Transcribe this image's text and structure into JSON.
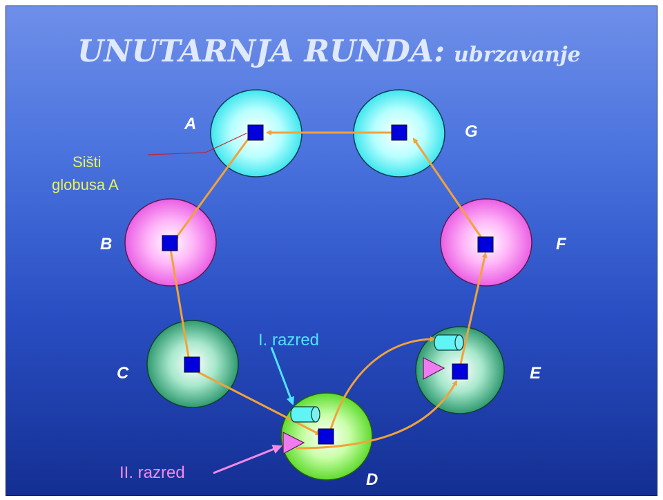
{
  "title": {
    "main": "UNUTARNJA  RUNDA:",
    "sub": "ubrzavanje"
  },
  "nodes": {
    "A": "A",
    "B": "B",
    "C": "C",
    "D": "D",
    "E": "E",
    "F": "F",
    "G": "G"
  },
  "annotations": {
    "sink_line1": "Sišti",
    "sink_line2": "globusa A",
    "class1": "I. razred",
    "class2": "II. razred"
  },
  "colors": {
    "cyan": "#5ff5f5",
    "magenta": "#f07bf0",
    "teal": "#3fb888",
    "lime": "#7af14a",
    "arrow": "#f2a23a",
    "router": "#0000dd"
  }
}
